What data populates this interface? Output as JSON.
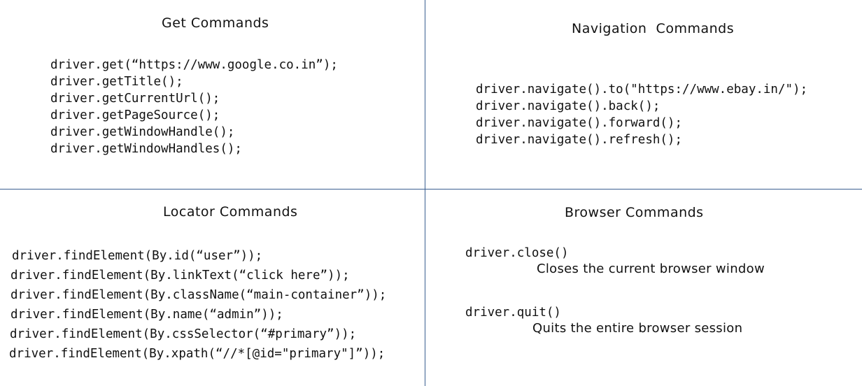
{
  "get_section": {
    "title": "Get Commands",
    "lines": [
      "driver.get(“https://www.google.co.in”);",
      "driver.getTitle();",
      "driver.getCurrentUrl();",
      "driver.getPageSource();",
      "driver.getWindowHandle();",
      "driver.getWindowHandles();"
    ]
  },
  "navigation_section": {
    "title": "Navigation  Commands",
    "lines": [
      "driver.navigate().to(\"https://www.ebay.in/\");",
      "driver.navigate().back();",
      "driver.navigate().forward();",
      "driver.navigate().refresh();"
    ]
  },
  "locator_section": {
    "title": "Locator Commands",
    "lines": [
      "driver.findElement(By.id(“user”));",
      "driver.findElement(By.linkText(“click here”));",
      "driver.findElement(By.className(“main-container”));",
      "driver.findElement(By.name(“admin”));",
      "driver.findElement(By.cssSelector(“#primary”));",
      "driver.findElement(By.xpath(“//*[@id=\"primary\"]”));"
    ]
  },
  "browser_section": {
    "title": "Browser Commands",
    "commands": [
      {
        "code": "driver.close()",
        "description": "Closes the current browser window"
      },
      {
        "code": "driver.quit()",
        "description": "Quits the entire browser session"
      }
    ]
  },
  "colors": {
    "divider": "#3a5f91",
    "text": "#111111",
    "background": "#ffffff"
  }
}
